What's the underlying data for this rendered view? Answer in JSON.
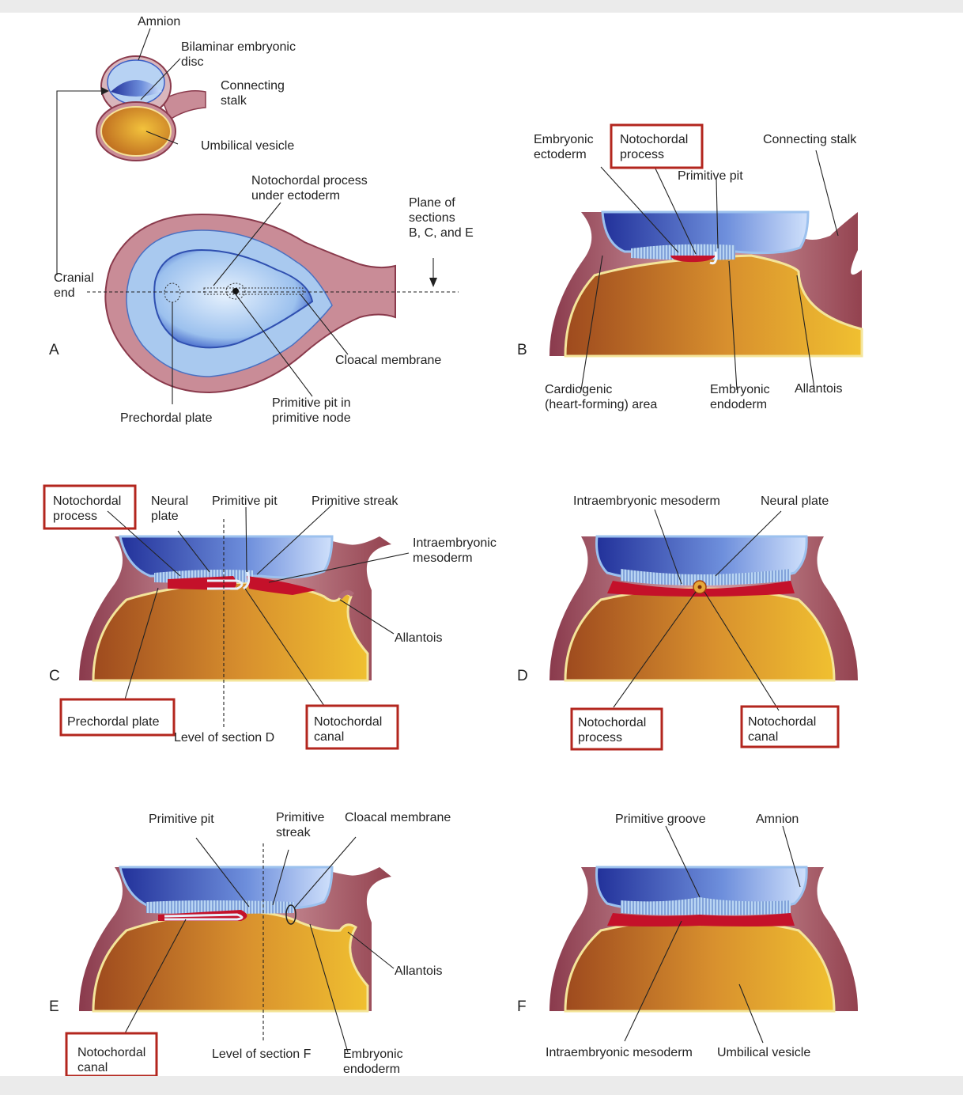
{
  "figure": {
    "panel_a": {
      "letter": "A",
      "amnion": "Amnion",
      "bilaminar_1": "Bilaminar embryonic",
      "bilaminar_2": "disc",
      "connecting_1": "Connecting",
      "connecting_2": "stalk",
      "umbilical_vesicle": "Umbilical vesicle",
      "notochordal_under_1": "Notochordal process",
      "notochordal_under_2": "under ectoderm",
      "plane_1": "Plane of",
      "plane_2": "sections",
      "plane_3": "B, C, and E",
      "cranial_1": "Cranial",
      "cranial_2": "end",
      "cloacal_membrane": "Cloacal membrane",
      "primitive_pit_node_1": "Primitive pit in",
      "primitive_pit_node_2": "primitive node",
      "prechordal_plate": "Prechordal plate"
    },
    "panel_b": {
      "letter": "B",
      "ectoderm_1": "Embryonic",
      "ectoderm_2": "ectoderm",
      "notochordal_1": "Notochordal",
      "notochordal_2": "process",
      "primitive_pit": "Primitive pit",
      "connecting_stalk": "Connecting stalk",
      "cardiogenic_1": "Cardiogenic",
      "cardiogenic_2": "(heart-forming) area",
      "endoderm_1": "Embryonic",
      "endoderm_2": "endoderm",
      "allantois": "Allantois"
    },
    "panel_c": {
      "letter": "C",
      "notochordal_1": "Notochordal",
      "notochordal_2": "process",
      "neural_1": "Neural",
      "neural_2": "plate",
      "primitive_pit": "Primitive pit",
      "primitive_streak": "Primitive streak",
      "intra_1": "Intraembryonic",
      "intra_2": "mesoderm",
      "allantois": "Allantois",
      "prechordal_plate": "Prechordal plate",
      "level_d": "Level of section D",
      "canal_1": "Notochordal",
      "canal_2": "canal"
    },
    "panel_d": {
      "letter": "D",
      "intra": "Intraembryonic mesoderm",
      "neural_plate": "Neural plate",
      "notochordal_1": "Notochordal",
      "notochordal_2": "process",
      "canal_1": "Notochordal",
      "canal_2": "canal"
    },
    "panel_e": {
      "letter": "E",
      "primitive_pit": "Primitive pit",
      "streak_1": "Primitive",
      "streak_2": "streak",
      "cloacal_membrane": "Cloacal membrane",
      "allantois": "Allantois",
      "canal_1": "Notochordal",
      "canal_2": "canal",
      "level_f": "Level of section F",
      "endoderm_1": "Embryonic",
      "endoderm_2": "endoderm"
    },
    "panel_f": {
      "letter": "F",
      "primitive_groove": "Primitive groove",
      "amnion": "Amnion",
      "intra": "Intraembryonic mesoderm",
      "umbilical_vesicle": "Umbilical vesicle"
    }
  },
  "colors": {
    "highlight_box": "#b3261e",
    "yolk": "#e0a531",
    "ectoderm": "#2f4fb0",
    "mesoderm": "#c4112a",
    "wall": "#b06a78"
  }
}
